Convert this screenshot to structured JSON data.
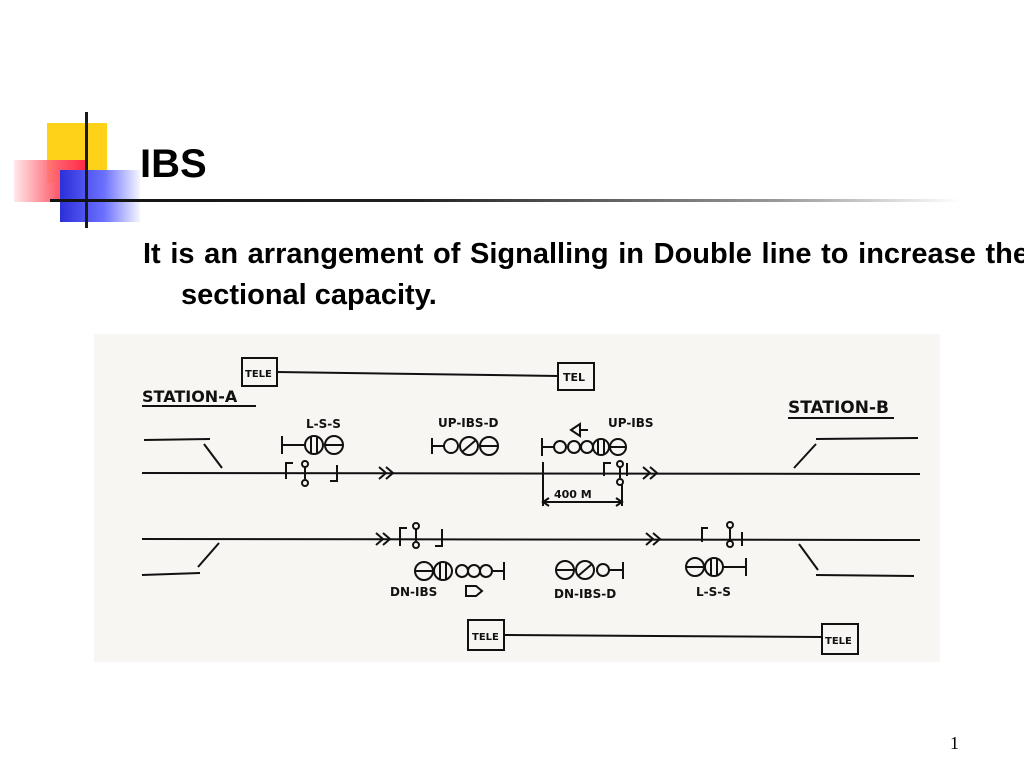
{
  "slide": {
    "title": "IBS",
    "body": "It is an arrangement of Signalling in Double line to increase the sectional capacity.",
    "page_number": "1"
  },
  "diagram": {
    "station_a": "STATION-A",
    "station_b": "STATION-B",
    "tele_labels": [
      "TELE",
      "TEL",
      "TELE",
      "TELE"
    ],
    "lss_up": "L-S-S",
    "up_ibs_d": "UP-IBS-D",
    "up_ibs": "UP-IBS",
    "distance": "400 M",
    "dn_ibs": "DN-IBS",
    "dn_ibs_d": "DN-IBS-D",
    "lss_dn": "L-S-S"
  }
}
